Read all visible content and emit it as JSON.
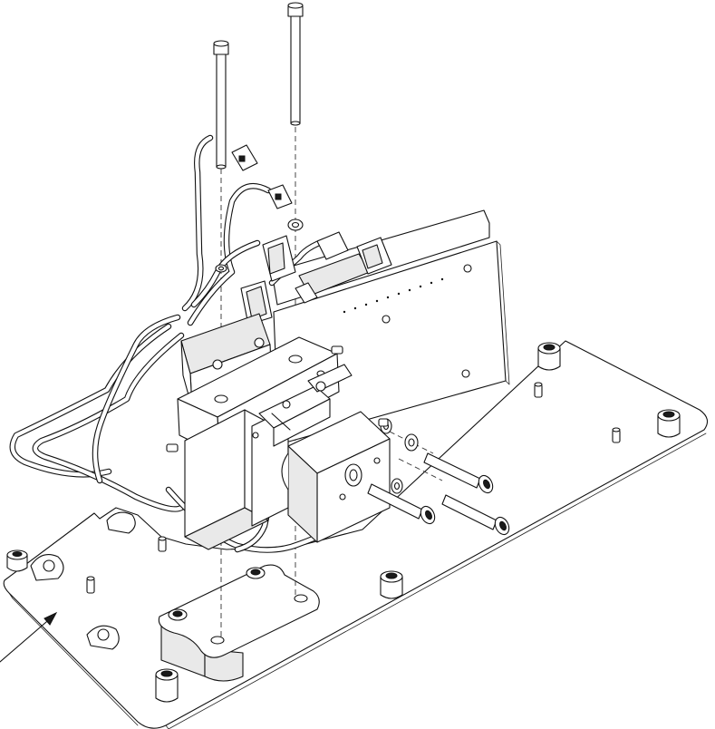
{
  "drawing": {
    "kind": "exploded assembly line drawing",
    "text_labels": []
  },
  "icons": {
    "long_screws": "socket-head-cap-screw",
    "side_screws": "socket-head-cap-screw",
    "washers": "flat-washer",
    "feet": "rubber-foot",
    "callout": "leader-arrow"
  }
}
